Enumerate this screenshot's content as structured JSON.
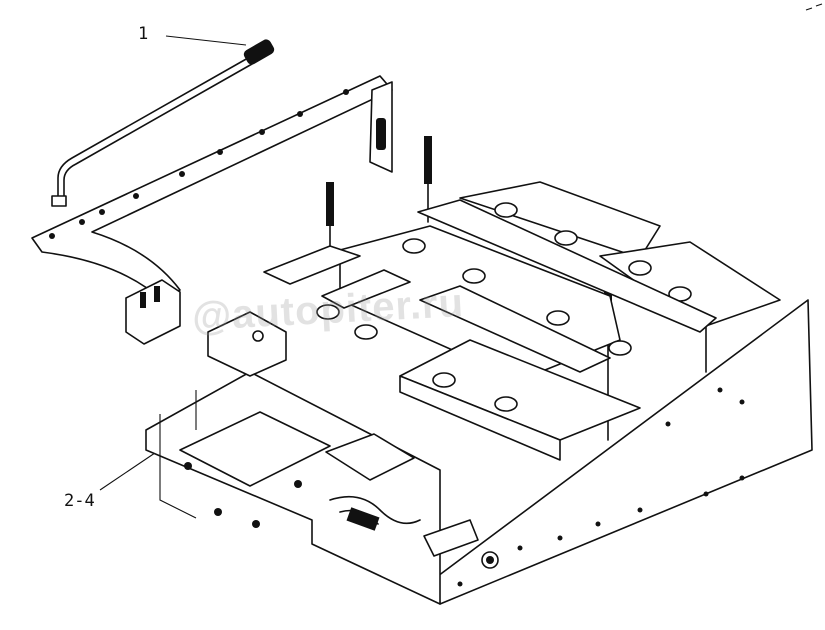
{
  "callouts": {
    "part_1": "1",
    "part_2_4": "2-4"
  },
  "watermark": "@autopiter.ru",
  "colors": {
    "line": "#111111",
    "background": "#ffffff",
    "watermark": "#969696"
  }
}
